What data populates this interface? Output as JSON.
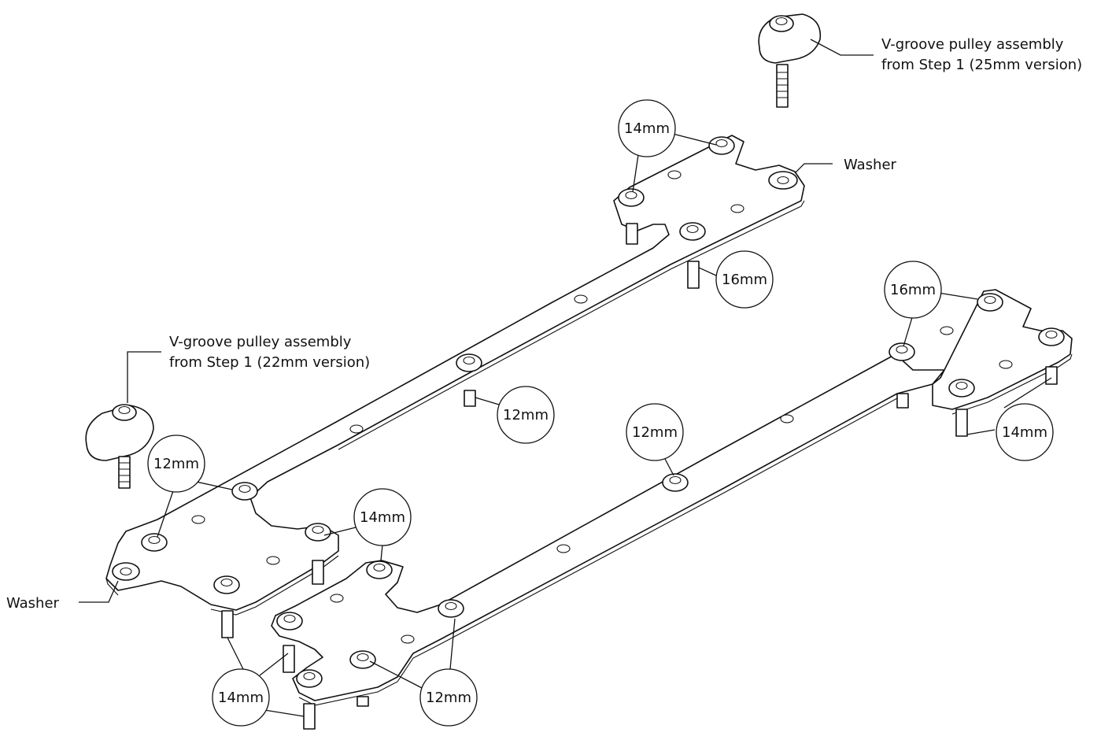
{
  "callouts": {
    "pulley_25": [
      "V-groove pulley assembly",
      "from Step 1 (25mm version)"
    ],
    "pulley_22": [
      "V-groove pulley assembly",
      "from Step 1 (22mm version)"
    ],
    "washer_top": "Washer",
    "washer_left": "Washer"
  },
  "bubbles": {
    "b1": "14mm",
    "b2": "16mm",
    "b3": "12mm",
    "b4": "16mm",
    "b5": "12mm",
    "b6": "14mm",
    "b7": "12mm",
    "b8": "14mm",
    "b9": "14mm",
    "b10": "12mm"
  }
}
